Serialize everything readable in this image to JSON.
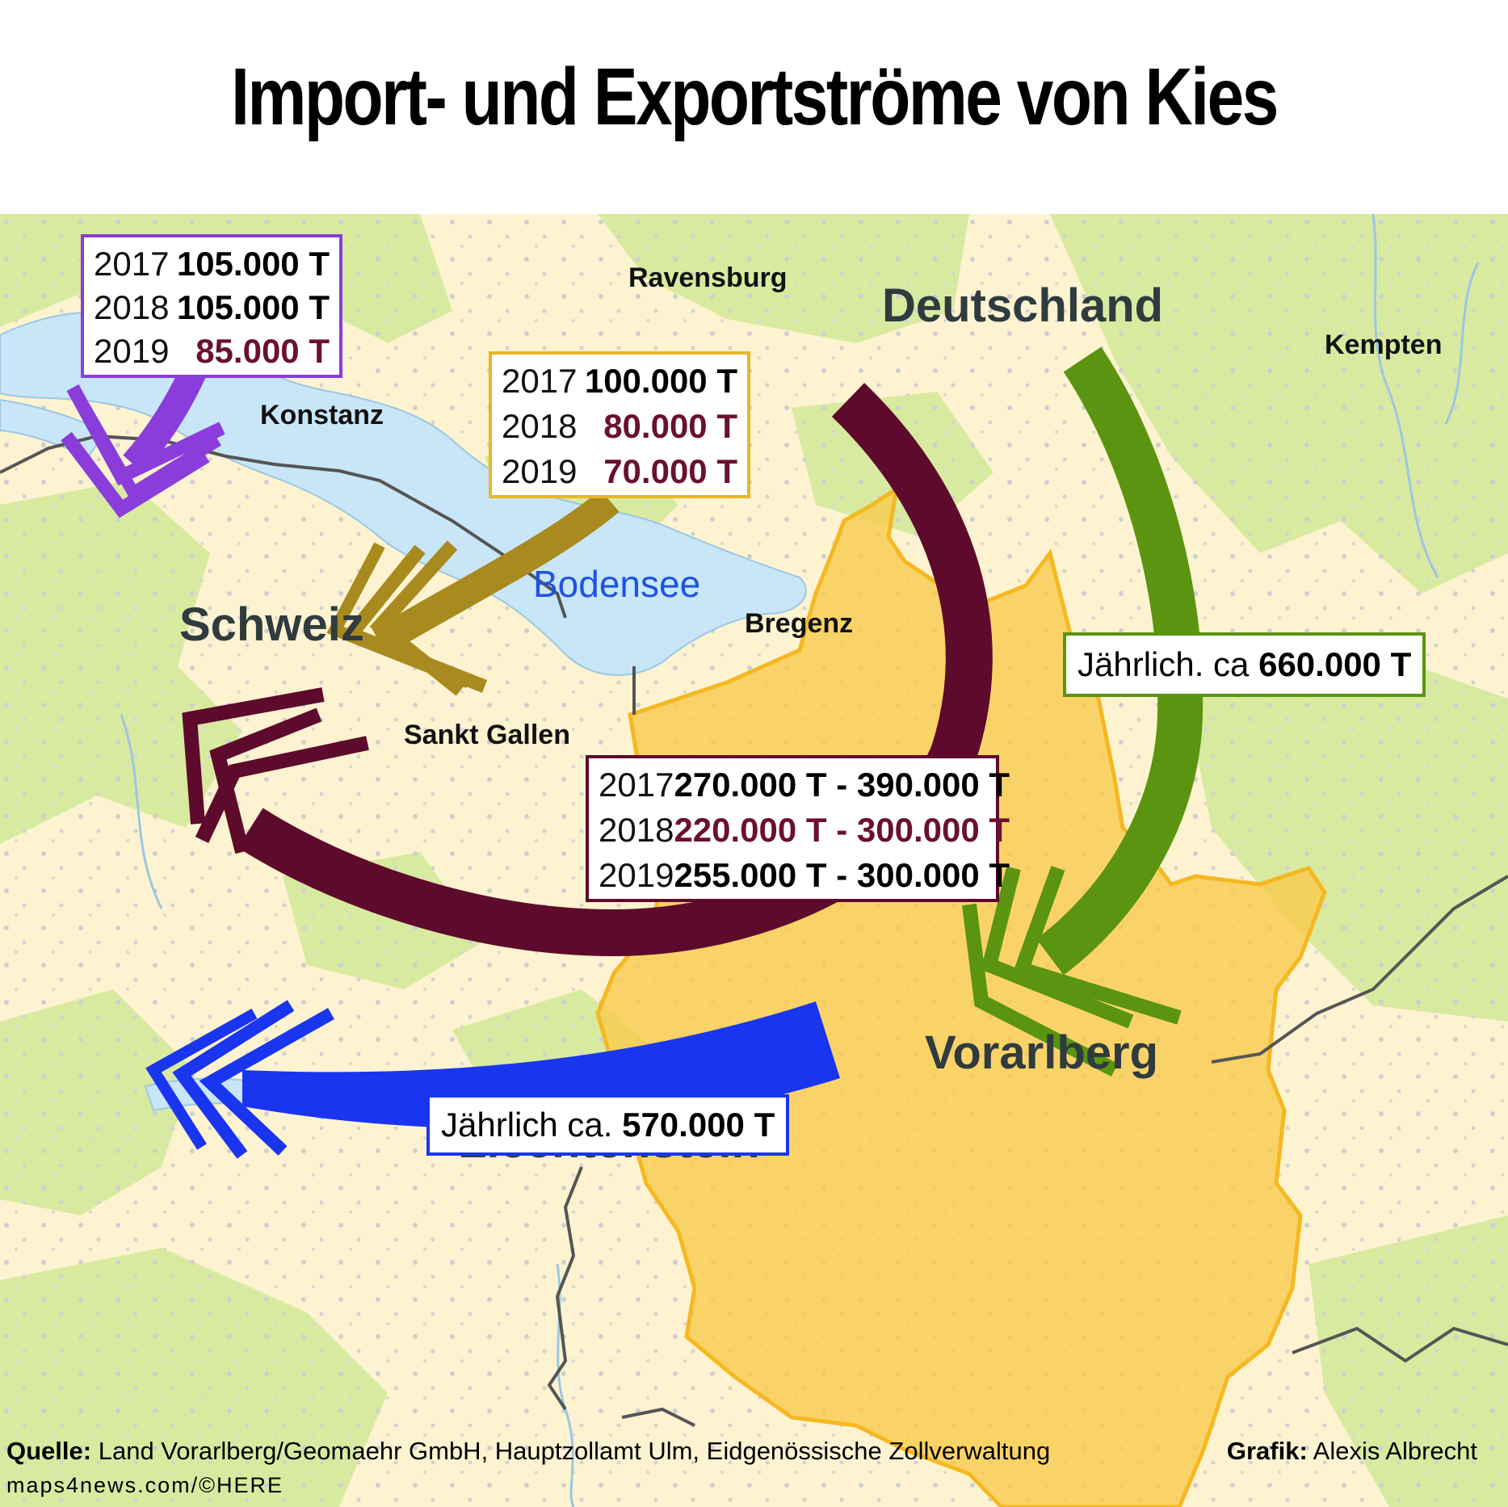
{
  "title": "Import- und Exportströme von Kies",
  "places": {
    "ravensburg": "Ravensburg",
    "deutschland": "Deutschland",
    "kempten": "Kempten",
    "konstanz": "Konstanz",
    "bodensee": "Bodensee",
    "schweiz": "Schweiz",
    "bregenz": "Bregenz",
    "sankt_gallen": "Sankt Gallen",
    "vorarlberg": "Vorarlberg",
    "liechtenstein": "Liechtenstein"
  },
  "flows": {
    "purple": {
      "color": "#8a3ddb",
      "rows": [
        {
          "year": "2017",
          "value": "105.000 T",
          "color": "#000000"
        },
        {
          "year": "2018",
          "value": "105.000 T",
          "color": "#000000"
        },
        {
          "year": "2019",
          "value": "85.000 T",
          "color": "#6b1030"
        }
      ]
    },
    "gold": {
      "color": "#a88a1e",
      "rows": [
        {
          "year": "2017",
          "value": "100.000 T",
          "color": "#000000"
        },
        {
          "year": "2018",
          "value": "80.000 T",
          "color": "#6b1030"
        },
        {
          "year": "2019",
          "value": "70.000 T",
          "color": "#6b1030"
        }
      ]
    },
    "maroon": {
      "color": "#5e0a2c",
      "rows": [
        {
          "year": "2017",
          "value": "270.000 T - 390.000 T",
          "color": "#000000"
        },
        {
          "year": "2018",
          "value": "220.000 T - 300.000 T",
          "color": "#6b1030"
        },
        {
          "year": "2019",
          "value": "255.000 T - 300.000 T",
          "color": "#000000"
        }
      ]
    },
    "green": {
      "color": "#5a9410",
      "label": "Jährlich. ca",
      "value": "660.000 T"
    },
    "blue": {
      "color": "#1a35f0",
      "label": "Jährlich ca.",
      "value": "570.000 T"
    }
  },
  "footer": {
    "source_label": "Quelle:",
    "source_text": "Land Vorarlberg/Geomaehr GmbH, Hauptzollamt Ulm, Eidgenössische Zollverwaltung",
    "credit_label": "Grafik:",
    "credit_text": "Alexis Albrecht",
    "map_credit": "maps4news.com/©HERE"
  },
  "colors": {
    "land": "#fdf3d0",
    "green_area": "#d8eaa0",
    "water": "#c8e6f8",
    "vorarlberg_fill": "#f9c94a",
    "vorarlberg_border": "#f5b820",
    "border_line": "#555555"
  }
}
